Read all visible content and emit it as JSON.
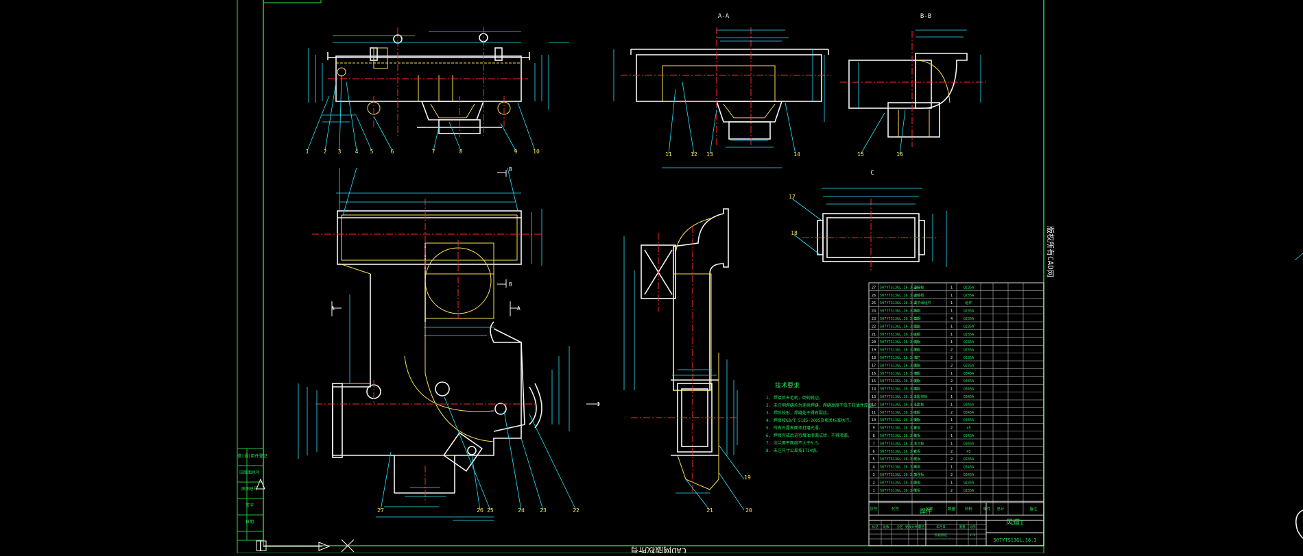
{
  "views": {
    "section_a": "A-A",
    "section_b": "B-B",
    "view_c": "C",
    "mark_a": "A",
    "mark_b": "B",
    "mark_i": "I"
  },
  "part_numbers": [
    "1",
    "2",
    "3",
    "4",
    "5",
    "6",
    "7",
    "8",
    "9",
    "10",
    "11",
    "12",
    "13",
    "14",
    "15",
    "16",
    "17",
    "18",
    "19",
    "20",
    "21",
    "22",
    "23",
    "24",
    "25",
    "26",
    "27"
  ],
  "technical_requirements": {
    "title": "技术要求",
    "lines": [
      "1. 焊接后去毛刺，倒钝锐边。",
      "2. 未注明焊缝均为连续焊缝，焊缝高度不低于较薄件厚度。",
      "3. 焊后校形，焊缝处不得有裂纹。",
      "4. 焊接按GB/T 5185-2005及相关标准执行。",
      "5. 所有外露表面须打磨光滑。",
      "6. 焊接完成后进行煤油渗漏试验，不得渗漏。",
      "7. 法兰面平面度不大于0.5。",
      "8. 未注尺寸公差按IT14级。"
    ]
  },
  "parts_list": {
    "rows": [
      {
        "no": "27",
        "code": "507YTS13GL.16.3-26",
        "name": "连接板",
        "qty": "1",
        "material": "Q235A"
      },
      {
        "no": "26",
        "code": "507YTS13GL.16.3-25",
        "name": "连接板",
        "qty": "1",
        "material": "Q235A"
      },
      {
        "no": "25",
        "code": "507YTS13GL.16.3.1",
        "name": "调节阀组件",
        "qty": "1",
        "material": "组件"
      },
      {
        "no": "24",
        "code": "507YTS13GL.16.3-24",
        "name": "筋板",
        "qty": "1",
        "material": "Q235A"
      },
      {
        "no": "23",
        "code": "507YTS13GL.16.3-23",
        "name": "角钢",
        "qty": "4",
        "material": "Q235A"
      },
      {
        "no": "22",
        "code": "507YTS13GL.16.3-22",
        "name": "侧板",
        "qty": "1",
        "material": "Q235A"
      },
      {
        "no": "21",
        "code": "507YTS13GL.16.3-21",
        "name": "底板",
        "qty": "1",
        "material": "Q235A"
      },
      {
        "no": "20",
        "code": "507YTS13GL.16.3-20",
        "name": "侧板",
        "qty": "1",
        "material": "Q235A"
      },
      {
        "no": "19",
        "code": "507YTS13GL.16.3-19",
        "name": "侧板",
        "qty": "2",
        "material": "Q235A"
      },
      {
        "no": "18",
        "code": "507YTS13GL.16.3-18",
        "name": "法兰",
        "qty": "2",
        "material": "Q235A"
      },
      {
        "no": "17",
        "code": "507YTS13GL.16.3-17",
        "name": "侧板",
        "qty": "2",
        "material": "Q235A"
      },
      {
        "no": "16",
        "code": "507YTS13GL.16.3-16",
        "name": "弯板",
        "qty": "1",
        "material": "Q345A"
      },
      {
        "no": "15",
        "code": "507YTS13GL.16.3-15",
        "name": "侧板",
        "qty": "2",
        "material": "Q345A"
      },
      {
        "no": "14",
        "code": "507YTS13GL.16.3-14",
        "name": "侧板",
        "qty": "1",
        "material": "Q345A"
      },
      {
        "no": "13",
        "code": "507YTS13GL.16.3-13",
        "name": "斗型侧板",
        "qty": "1",
        "material": "Q345A"
      },
      {
        "no": "12",
        "code": "507YTS13GL.16.3-12",
        "name": "斗型板",
        "qty": "1",
        "material": "Q345A"
      },
      {
        "no": "11",
        "code": "507YTS13GL.16.3-11",
        "name": "底板",
        "qty": "2",
        "material": "Q345A"
      },
      {
        "no": "10",
        "code": "507YTS13GL.16.3-10",
        "name": "侧板",
        "qty": "1",
        "material": "Q345A"
      },
      {
        "no": "9",
        "code": "507YTS13GL.16.3-9",
        "name": "管板",
        "qty": "2",
        "material": "45"
      },
      {
        "no": "8",
        "code": "507YTS13GL.16.3-8",
        "name": "侧板",
        "qty": "1",
        "material": "Q345A"
      },
      {
        "no": "7",
        "code": "507YTS13GL.16.3-7",
        "name": "法兰板",
        "qty": "1",
        "material": "Q345A"
      },
      {
        "no": "6",
        "code": "507YTS13GL.16.3-6",
        "name": "管板",
        "qty": "2",
        "material": "45"
      },
      {
        "no": "5",
        "code": "507YTS13GL.16.3-5",
        "name": "侧板",
        "qty": "2",
        "material": "Q235A"
      },
      {
        "no": "4",
        "code": "507YTS13GL.16.3-4",
        "name": "侧板",
        "qty": "1",
        "material": "Q345A"
      },
      {
        "no": "3",
        "code": "507YTS13GL.16.3-3",
        "name": "加强板",
        "qty": "2",
        "material": "Q345A"
      },
      {
        "no": "2",
        "code": "507YTS13GL.16.3-2",
        "name": "侧板",
        "qty": "1",
        "material": "Q235A"
      },
      {
        "no": "1",
        "code": "507YTS13GL.16.3-1",
        "name": "侧板",
        "qty": "2",
        "material": "Q235A"
      }
    ],
    "header": {
      "no": "序号",
      "code": "代号",
      "name": "名称",
      "qty": "数量",
      "material": "材料",
      "unit_wt": "单件",
      "total_wt": "总计",
      "note": "备注"
    }
  },
  "title_block": {
    "material_label": "焊件",
    "drawing_name": "风道I",
    "drawing_code": "507YTS13GL.16.3",
    "row_labels": [
      "标记",
      "处数",
      "分区",
      "更改文件号",
      "签名",
      "年月日"
    ],
    "scale_label": "阶段标记",
    "weight_label": "重量",
    "ratio_label": "比例",
    "scale_value": "1:5"
  },
  "left_strip": {
    "labels": [
      "借(通)用件登记",
      "旧底图总号",
      "底图总号",
      "签字",
      "日期"
    ]
  },
  "vertical_watermark": "版权所有CAD网",
  "bottom_text": "CAD网版权所有"
}
